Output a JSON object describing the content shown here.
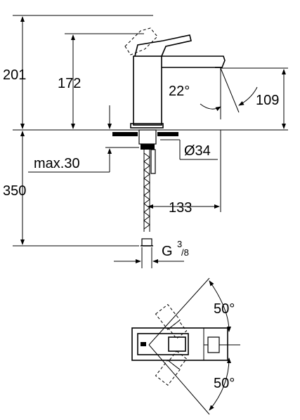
{
  "dimensions": {
    "total_height": "201",
    "spout_height": "172",
    "outlet_height": "109",
    "spout_angle": "22°",
    "max_thickness": "max.30",
    "hole_diameter": "Ø34",
    "reach": "133",
    "hose_length": "350",
    "thread_prefix": "G",
    "thread_num": "3",
    "thread_den": "/8",
    "lever_angle_top": "50°",
    "lever_angle_bottom": "50°"
  }
}
